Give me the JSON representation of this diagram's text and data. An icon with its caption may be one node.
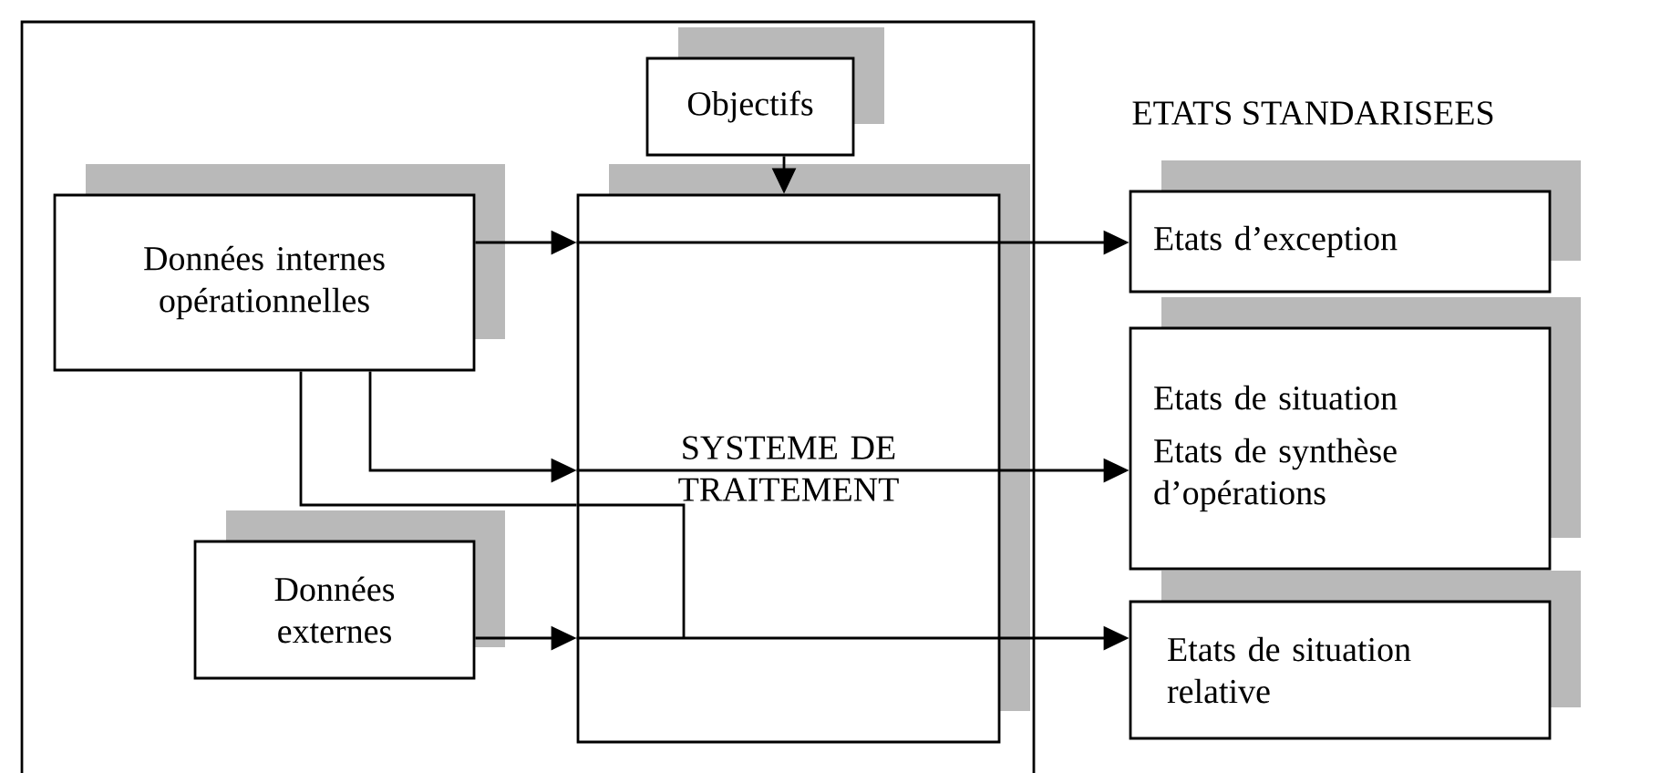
{
  "diagram": {
    "nodes": [
      {
        "text": [],
        "shape": "box"
      },
      {
        "text": [
          "Objectifs"
        ],
        "in": 0
      },
      {
        "text": [
          "Données internes opérationnelles"
        ],
        "in": 0
      },
      {
        "text": [
          "SYSTEME DE TRAITEMENT"
        ],
        "in": 0
      },
      {
        "text": [
          "Données externes"
        ],
        "in": 0
      },
      {
        "text": [
          "Etats d’exception"
        ]
      },
      {
        "text": [
          "Etats de situation",
          "Etats de synthèse d’opérations"
        ]
      },
      {
        "text": [
          "Etats de situation relative"
        ]
      }
    ],
    "edges": [
      {
        "from": 1,
        "to": 3,
        "arrow": "to"
      },
      {
        "from": 2,
        "to": 3,
        "arrow": "to"
      },
      {
        "from": 3,
        "to": 5,
        "arrow": "to"
      },
      {
        "from": 2,
        "to": 3,
        "arrow": "to"
      },
      {
        "from": 3,
        "to": 6,
        "arrow": "to"
      },
      {
        "from": 2,
        "to": 3,
        "arrow": "none"
      },
      {
        "from": 4,
        "to": 3,
        "arrow": "to"
      },
      {
        "from": 3,
        "to": 7,
        "arrow": "to"
      }
    ],
    "labels": [
      "ETATS STANDARISEES"
    ]
  }
}
